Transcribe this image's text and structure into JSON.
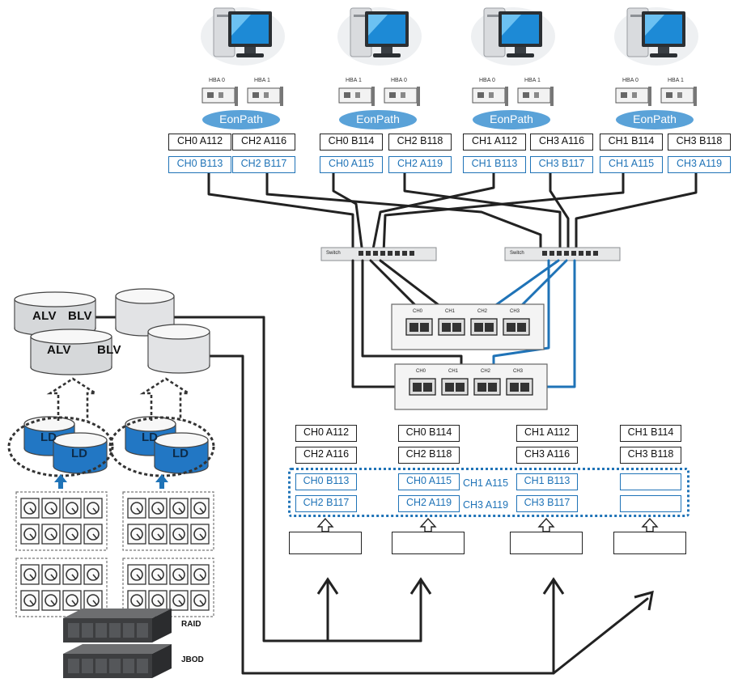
{
  "hosts": [
    {
      "hba": [
        "HBA 0",
        "HBA 1"
      ],
      "multipath": "EonPath",
      "black_ports": [
        "CH0 A112",
        "CH2 A116"
      ],
      "blue_ports": [
        "CH0 B113",
        "CH2 B117"
      ]
    },
    {
      "hba": [
        "HBA 1",
        "HBA 0"
      ],
      "multipath": "EonPath",
      "black_ports": [
        "CH0 B114",
        "CH2 B118"
      ],
      "blue_ports": [
        "CH0 A115",
        "CH2 A119"
      ]
    },
    {
      "hba": [
        "HBA 0",
        "HBA 1"
      ],
      "multipath": "EonPath",
      "black_ports": [
        "CH1 A112",
        "CH3 A116"
      ],
      "blue_ports": [
        "CH1 B113",
        "CH3 B117"
      ]
    },
    {
      "hba": [
        "HBA 0",
        "HBA 1"
      ],
      "multipath": "EonPath",
      "black_ports": [
        "CH1 B114",
        "CH3 B118"
      ],
      "blue_ports": [
        "CH1 A115",
        "CH3 A119"
      ]
    }
  ],
  "switches": [
    {
      "label": "Switch"
    },
    {
      "label": "Switch"
    }
  ],
  "controllers": [
    {
      "channels": [
        "CH0",
        "CH1",
        "CH2",
        "CH3"
      ]
    },
    {
      "channels": [
        "CH0",
        "CH1",
        "CH2",
        "CH3"
      ]
    }
  ],
  "mapping_columns": [
    {
      "black": [
        "CH0 A112",
        "CH2 A116"
      ],
      "blue": [
        "CH0 B113",
        "CH2 B117"
      ],
      "blue_extra": [
        "",
        ""
      ]
    },
    {
      "black": [
        "CH0 B114",
        "CH2 B118"
      ],
      "blue": [
        "CH0 A115",
        "CH2 A119"
      ],
      "blue_extra": [
        "CH1 A115",
        "CH3 A119"
      ]
    },
    {
      "black": [
        "CH1 A112",
        "CH3 A116"
      ],
      "blue": [
        "CH1 B113",
        "CH3 B117"
      ],
      "blue_extra": [
        "",
        ""
      ]
    },
    {
      "black": [
        "CH1 B114",
        "CH3 B118"
      ],
      "blue": [
        "",
        ""
      ],
      "blue_extra": [
        "",
        ""
      ]
    }
  ],
  "volumes": {
    "alv_labels": [
      "ALV",
      "ALV"
    ],
    "blv_labels": [
      "BLV",
      "BLV"
    ],
    "ld_label": "LD"
  },
  "enclosures": {
    "raid": "RAID",
    "jbod": "JBOD"
  },
  "colors": {
    "blue": "#1f73b7",
    "line": "#222222",
    "ellipse": "#5aa2d8",
    "ld": "#2277c4"
  }
}
